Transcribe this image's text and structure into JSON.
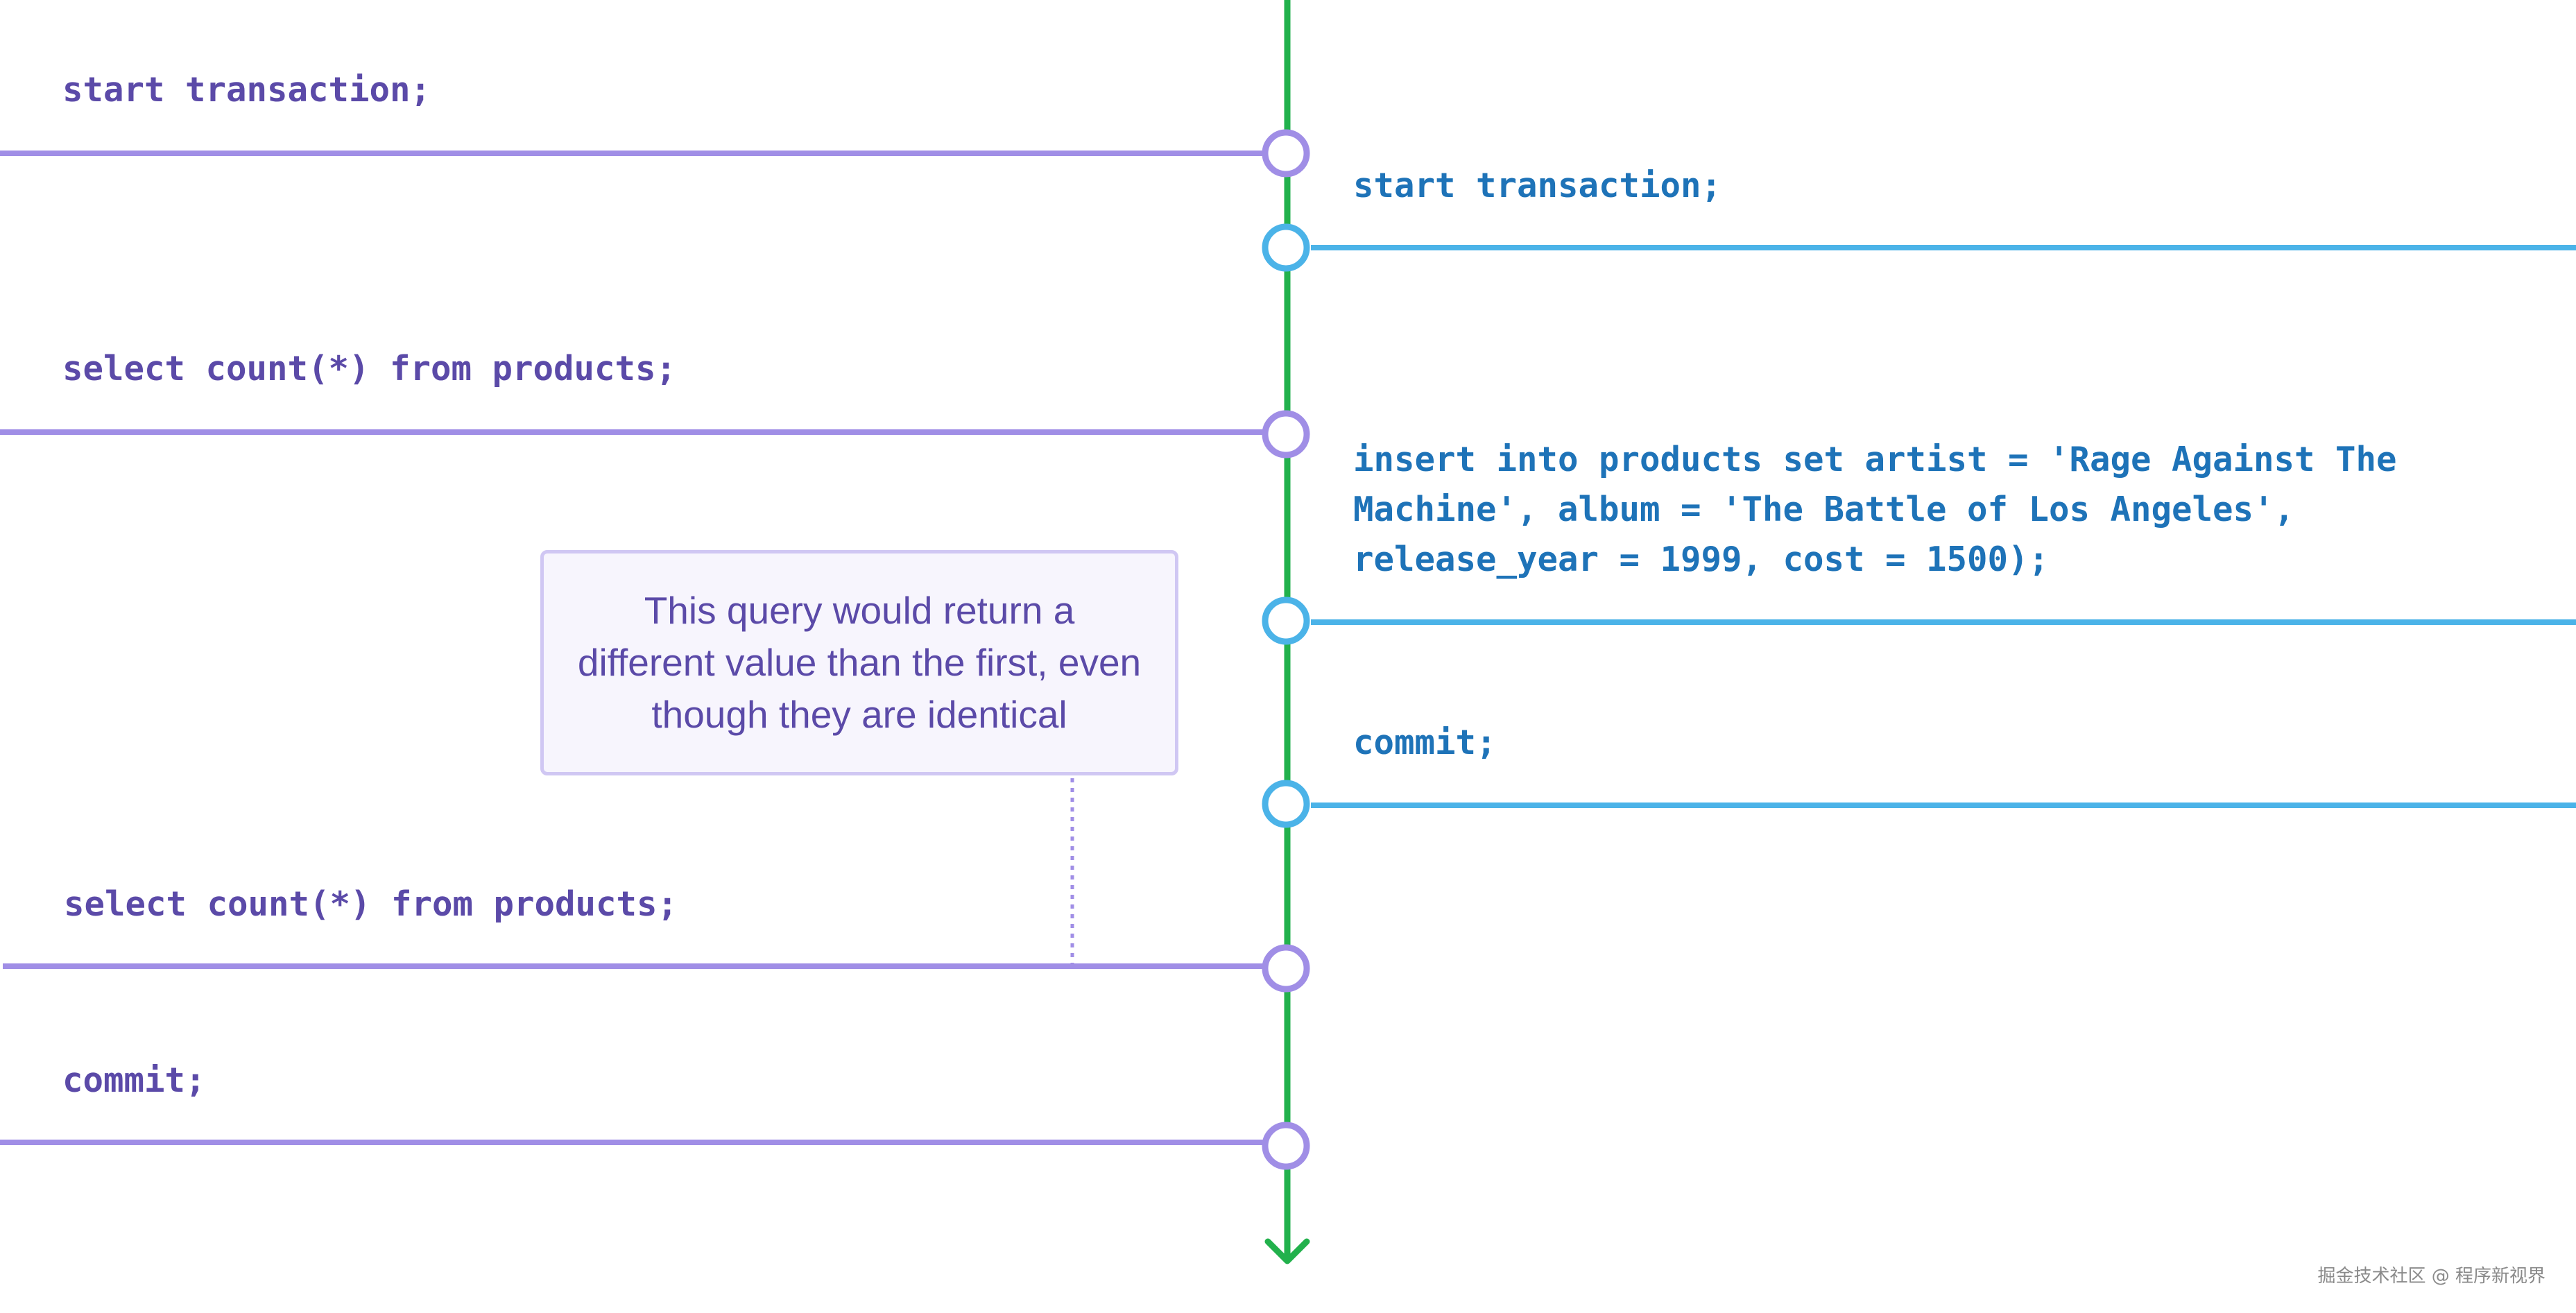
{
  "left_transaction": {
    "steps": [
      {
        "label": "start transaction;"
      },
      {
        "label": "select count(*) from products;"
      },
      {
        "label": "select count(*) from products;"
      },
      {
        "label": "commit;"
      }
    ]
  },
  "right_transaction": {
    "steps": [
      {
        "label": "start transaction;"
      },
      {
        "label": "insert into products set artist = 'Rage Against The\nMachine', album = 'The Battle of Los Angeles',\nrelease_year = 1999, cost = 1500);"
      },
      {
        "label": "commit;"
      }
    ]
  },
  "callout": {
    "text": "This query would return a different value than the first, even though they are identical"
  },
  "watermark": {
    "text": "掘金技术社区 @ 程序新视界"
  },
  "colors": {
    "timeline": "#22b14c",
    "left_transaction": "#a08ee6",
    "left_text": "#5b4aa8",
    "right_transaction": "#4bb3e8",
    "right_text": "#1e73b8",
    "callout_border": "#d0c7f3",
    "callout_fill": "#f7f5fd"
  }
}
